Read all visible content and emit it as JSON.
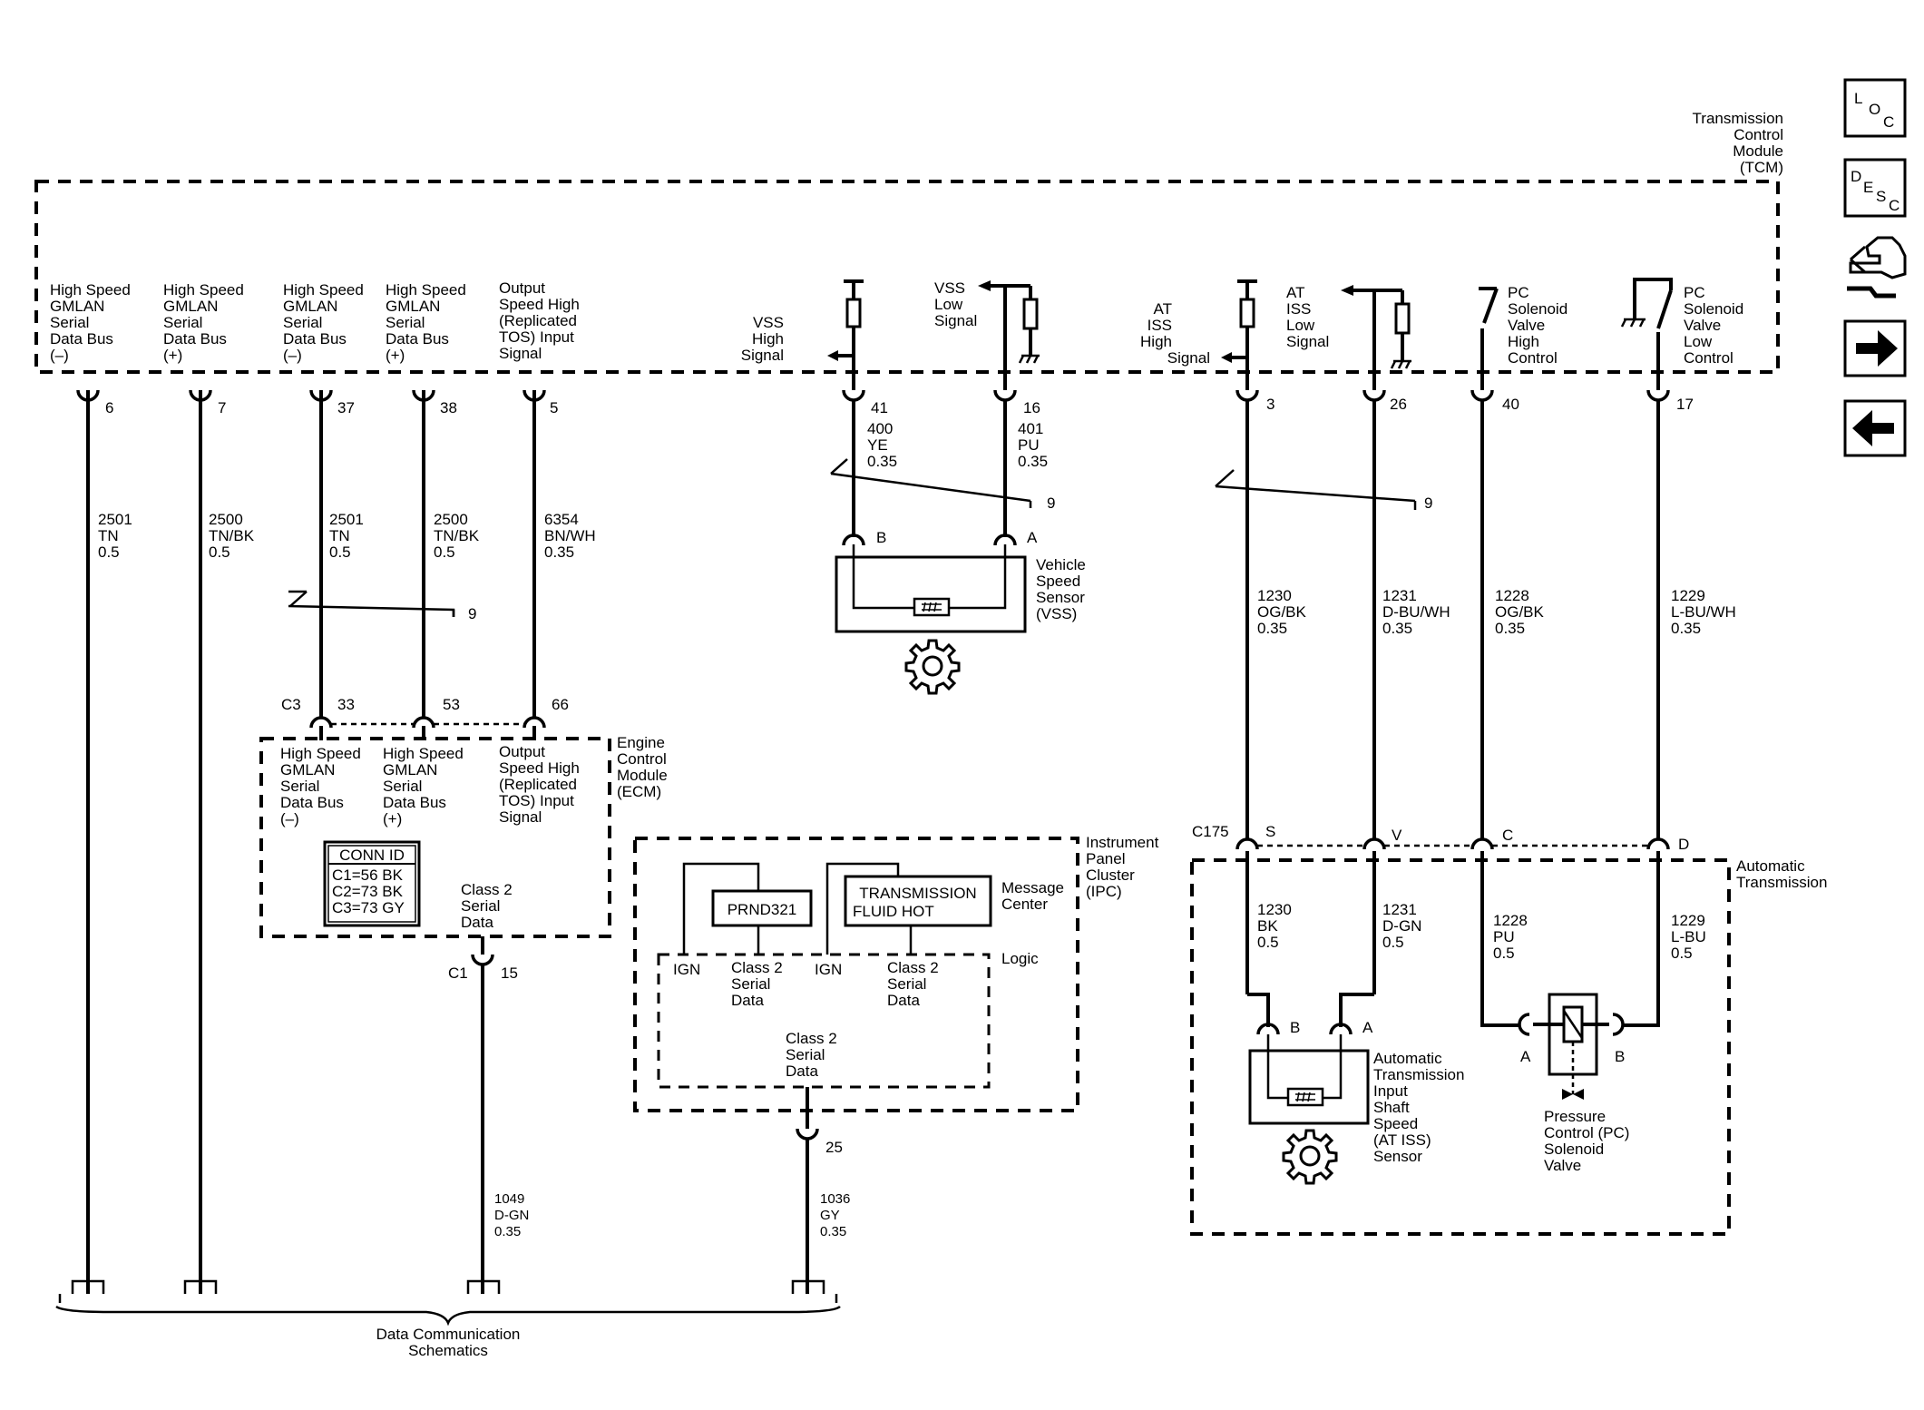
{
  "nav": {
    "loc": {
      "a": "L",
      "b": "O",
      "c": "C"
    },
    "desc": {
      "a": "D",
      "b": "E",
      "c": "S",
      "d": "C"
    }
  },
  "tcm": {
    "title": [
      "Transmission",
      "Control",
      "Module",
      "(TCM)"
    ]
  },
  "tcm_pins": [
    {
      "label": [
        "High Speed",
        "GMLAN",
        "Serial",
        "Data Bus",
        "(–)"
      ],
      "pin": "6",
      "circuit": [
        "2501",
        "TN",
        "0.5"
      ]
    },
    {
      "label": [
        "High Speed",
        "GMLAN",
        "Serial",
        "Data Bus",
        "(+)"
      ],
      "pin": "7",
      "circuit": [
        "2500",
        "TN/BK",
        "0.5"
      ]
    },
    {
      "label": [
        "High Speed",
        "GMLAN",
        "Serial",
        "Data Bus",
        "(–)"
      ],
      "pin": "37",
      "circuit": [
        "2501",
        "TN",
        "0.5"
      ]
    },
    {
      "label": [
        "High Speed",
        "GMLAN",
        "Serial",
        "Data Bus",
        "(+)"
      ],
      "pin": "38",
      "circuit": [
        "2500",
        "TN/BK",
        "0.5"
      ]
    },
    {
      "label": [
        "Output",
        "Speed High",
        "(Replicated",
        "TOS) Input",
        "Signal"
      ],
      "pin": "5",
      "circuit": [
        "6354",
        "BN/WH",
        "0.35"
      ]
    }
  ],
  "vss": {
    "high_label": [
      "VSS",
      "High",
      "Signal"
    ],
    "low_label": [
      "VSS",
      "Low",
      "Signal"
    ],
    "pin_high": "41",
    "pin_low": "16",
    "circuit_high": [
      "400",
      "YE",
      "0.35"
    ],
    "circuit_low": [
      "401",
      "PU",
      "0.35"
    ],
    "twist": "9",
    "term_b": "B",
    "term_a": "A",
    "sensor_label": [
      "Vehicle",
      "Speed",
      "Sensor",
      "(VSS)"
    ]
  },
  "atiss": {
    "high_label": [
      "AT",
      "ISS",
      "High",
      "Signal"
    ],
    "low_label": [
      "AT",
      "ISS",
      "Low",
      "Signal"
    ],
    "pin_high": "3",
    "pin_low": "26",
    "circuit_high": [
      "1230",
      "OG/BK",
      "0.35"
    ],
    "circuit_low": [
      "1231",
      "D-BU/WH",
      "0.35"
    ],
    "twist": "9"
  },
  "pc": {
    "high_label": [
      "PC",
      "Solenoid",
      "Valve",
      "High",
      "Control"
    ],
    "low_label": [
      "PC",
      "Solenoid",
      "Valve",
      "Low",
      "Control"
    ],
    "pin_high": "40",
    "pin_low": "17",
    "circuit_high": [
      "1228",
      "OG/BK",
      "0.35"
    ],
    "circuit_low": [
      "1229",
      "L-BU/WH",
      "0.35"
    ]
  },
  "gmlan_twist": "9",
  "ecm": {
    "title": [
      "Engine",
      "Control",
      "Module",
      "(ECM)"
    ],
    "connector": "C3",
    "pins": [
      "33",
      "53",
      "66"
    ],
    "labels": [
      [
        "High Speed",
        "GMLAN",
        "Serial",
        "Data Bus",
        "(–)"
      ],
      [
        "High Speed",
        "GMLAN",
        "Serial",
        "Data Bus",
        "(+)"
      ],
      [
        "Output",
        "Speed High",
        "(Replicated",
        "TOS) Input",
        "Signal"
      ]
    ],
    "conn_id": {
      "title": "CONN ID",
      "rows": [
        "C1=56 BK",
        "C2=73 BK",
        "C3=73 GY"
      ]
    },
    "class2": [
      "Class 2",
      "Serial",
      "Data"
    ],
    "out_connector": "C1",
    "out_pin": "15",
    "out_circuit": [
      "1049",
      "D-GN",
      "0.35"
    ]
  },
  "ipc": {
    "title": [
      "Instrument",
      "Panel",
      "Cluster",
      "(IPC)"
    ],
    "prnd": "PRND321",
    "msg": [
      "TRANSMISSION",
      "FLUID HOT"
    ],
    "msg_center": [
      "Message",
      "Center"
    ],
    "logic": "Logic",
    "ign": "IGN",
    "class2": [
      "Class 2",
      "Serial",
      "Data"
    ],
    "out_pin": "25",
    "out_circuit": [
      "1036",
      "GY",
      "0.35"
    ]
  },
  "c175": {
    "connector": "C175",
    "pins": [
      "S",
      "V",
      "C",
      "D"
    ],
    "circuits": [
      [
        "1230",
        "BK",
        "0.5"
      ],
      [
        "1231",
        "D-GN",
        "0.5"
      ],
      [
        "1228",
        "PU",
        "0.5"
      ],
      [
        "1229",
        "L-BU",
        "0.5"
      ]
    ]
  },
  "auto_trans": {
    "title": [
      "Automatic",
      "Transmission"
    ],
    "iss_terms": [
      "B",
      "A"
    ],
    "iss_label": [
      "Automatic",
      "Transmission",
      "Input",
      "Shaft",
      "Speed",
      "(AT ISS)",
      "Sensor"
    ],
    "pc_terms": [
      "A",
      "B"
    ],
    "pc_label": [
      "Pressure",
      "Control (PC)",
      "Solenoid",
      "Valve"
    ]
  },
  "data_comm": [
    "Data Communication",
    "Schematics"
  ]
}
